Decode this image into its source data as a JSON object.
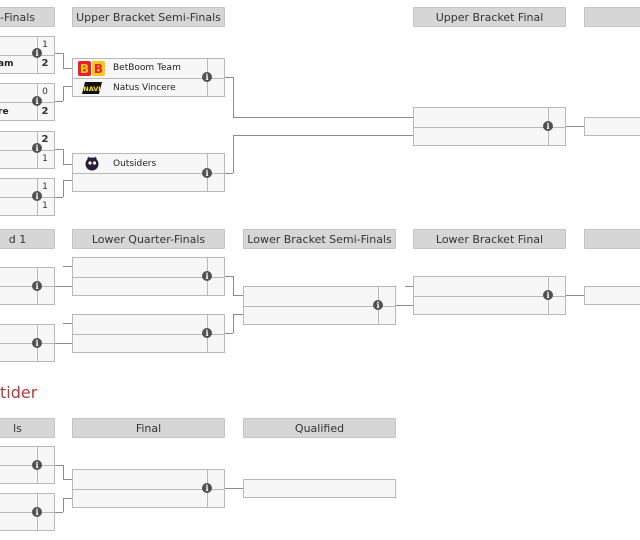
{
  "headers": {
    "ub_quarter": "-Finals",
    "ub_semi": "Upper Bracket Semi-Finals",
    "ub_final": "Upper Bracket Final",
    "lb_round1": "d 1",
    "lb_quarter": "Lower Quarter-Finals",
    "lb_semi": "Lower Bracket Semi-Finals",
    "lb_final": "Lower Bracket Final",
    "section2_semis": "ls",
    "section2_final": "Final",
    "section2_qualified": "Qualified"
  },
  "section2_title": "tider",
  "upper_quarter": [
    {
      "top": {
        "name": "am",
        "score": "1"
      },
      "bottom": {
        "name": "",
        "score": "2"
      }
    },
    {
      "top": {
        "name": "",
        "score": "0"
      },
      "bottom": {
        "name": "re",
        "score": "2"
      }
    },
    {
      "top": {
        "name": "",
        "score": "2"
      },
      "bottom": {
        "name": "",
        "score": "1"
      }
    },
    {
      "top": {
        "name": "",
        "score": "1"
      },
      "bottom": {
        "name": "",
        "score": "1"
      }
    }
  ],
  "upper_semi": [
    {
      "top": "BetBoom Team",
      "bottom": "Natus Vincere"
    },
    {
      "top": "Outsiders",
      "bottom": ""
    }
  ],
  "colors": {
    "header_bg": "#d6d6d6",
    "box_bg": "#f7f7f7",
    "line": "#8c8c8c",
    "accent_red": "#b23a3a"
  }
}
